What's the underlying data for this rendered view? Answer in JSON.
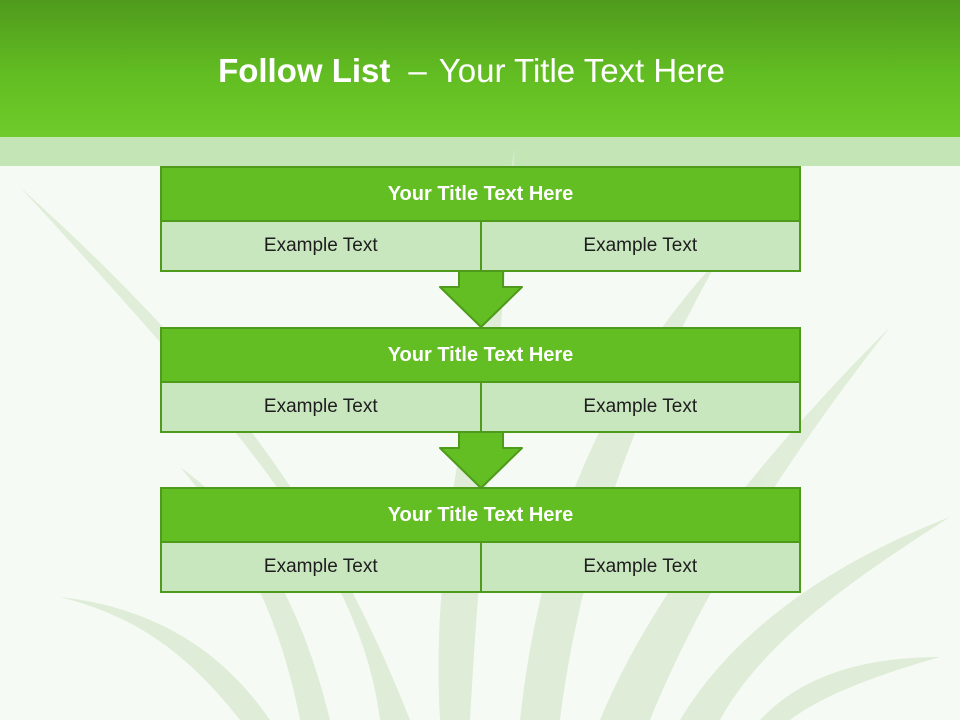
{
  "slide": {
    "title_bold": "Follow List",
    "title_sep": "–",
    "title_rest": "Your Title Text Here"
  },
  "blocks": [
    {
      "title": "Your Title Text Here",
      "left": "Example Text",
      "right": "Example Text"
    },
    {
      "title": "Your Title Text Here",
      "left": "Example Text",
      "right": "Example Text"
    },
    {
      "title": "Your Title Text Here",
      "left": "Example Text",
      "right": "Example Text"
    }
  ],
  "colors": {
    "header_green": "#62bd22",
    "box_green": "#62be22",
    "cell_light_green": "#c9e7bf",
    "border_green": "#4e9a1a"
  },
  "icons": {
    "connector": "down-arrow-icon"
  }
}
